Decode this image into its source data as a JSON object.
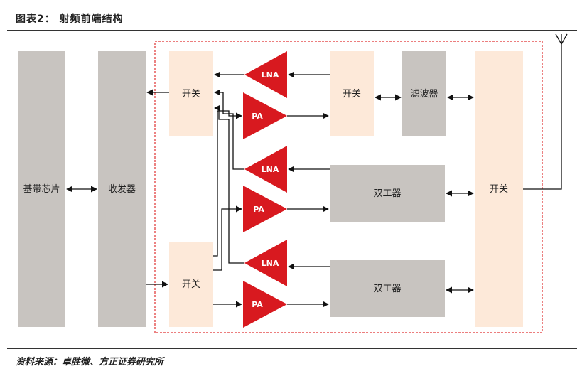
{
  "figure": {
    "title": "图表2：  射频前端结构",
    "source": "资料来源：卓胜微、方正证券研究所"
  },
  "blocks": {
    "baseband": "基带芯片",
    "transceiver": "收发器",
    "switch_rx": "开关",
    "switch_tx": "开关",
    "switch_filter": "开关",
    "filter": "滤波器",
    "duplexer_1": "双工器",
    "duplexer_2": "双工器",
    "switch_antenna": "开关"
  },
  "amplifiers": {
    "lna_1": "LNA",
    "pa_1": "PA",
    "lna_2": "LNA",
    "pa_2": "PA",
    "lna_3": "LNA",
    "pa_3": "PA"
  },
  "colors": {
    "gray_block": "#c8c4c0",
    "peach_block": "#fde9d9",
    "amplifier": "#d8191f",
    "dashed_border": "#e03030",
    "rule": "#333333"
  }
}
